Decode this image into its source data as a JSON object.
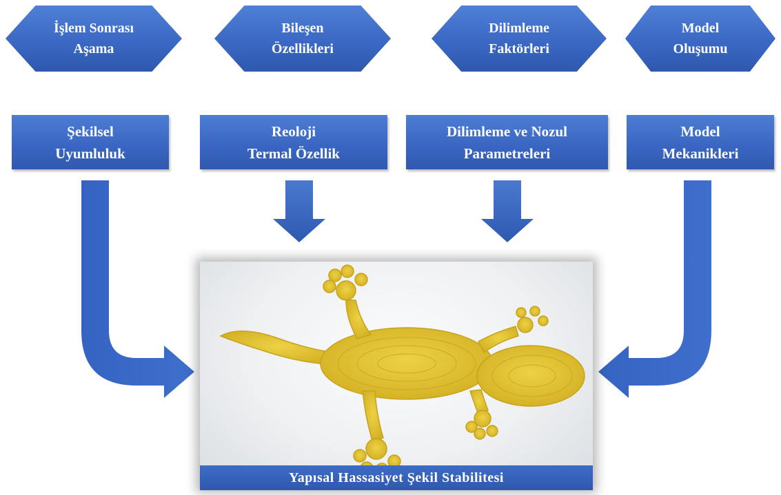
{
  "factors": [
    {
      "label": "İşlem Sonrası\nAşama"
    },
    {
      "label": "Bileşen\nÖzellikleri"
    },
    {
      "label": "Dilimleme\nFaktörleri"
    },
    {
      "label": "Model\nOluşumu"
    }
  ],
  "parameters": [
    {
      "label": "Şekilsel\nUyumluluk"
    },
    {
      "label": "Reoloji\nTermal Özellik"
    },
    {
      "label": "Dilimleme ve Nozul\nParametreleri"
    },
    {
      "label": "Model\nMekanikleri"
    }
  ],
  "result": {
    "caption": "Yapısal Hassasiyet Şekil Stabilitesi",
    "photo": "3d-printed-gecko"
  },
  "colors": {
    "shape_blue": "#3a68c4",
    "arrow_blue": "#3563c2",
    "gecko_yellow": "#e6c834",
    "text": "#ffffff"
  }
}
